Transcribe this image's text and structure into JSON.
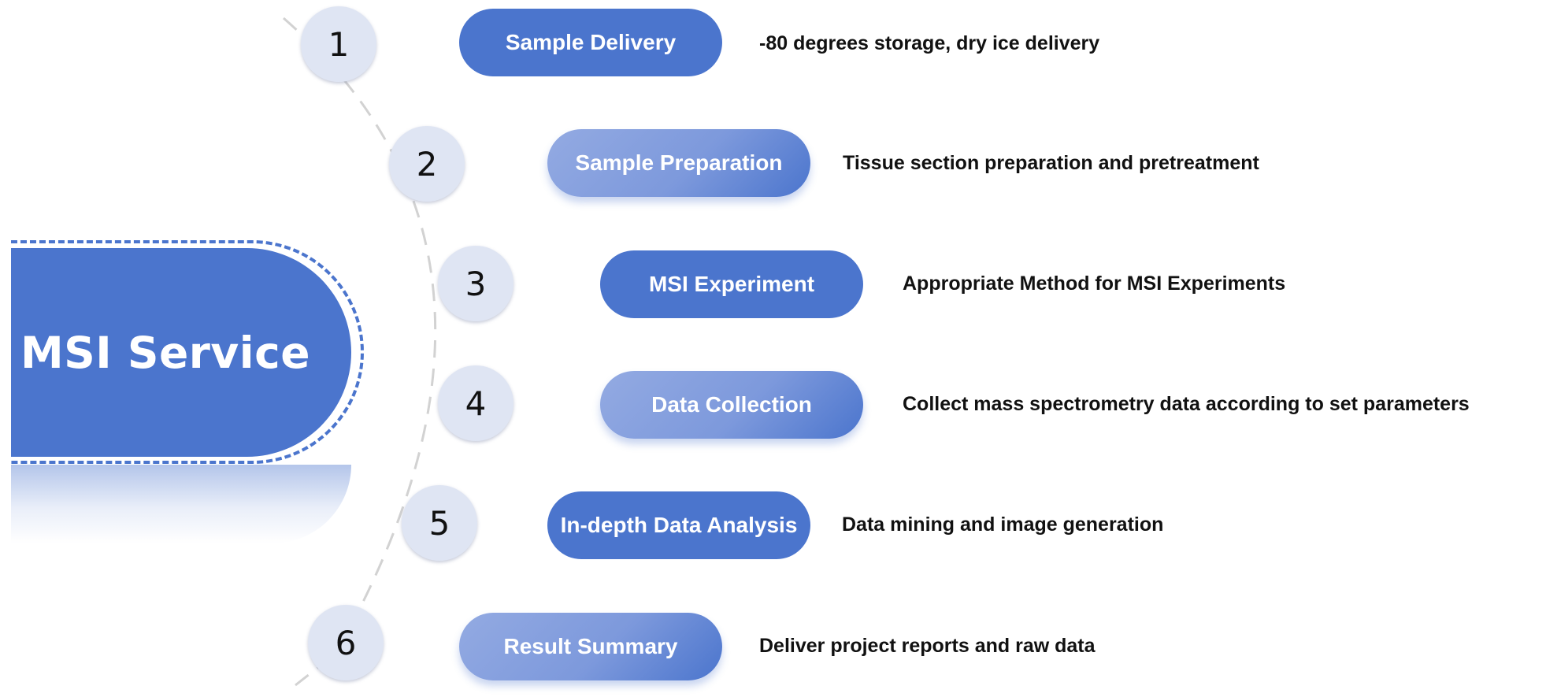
{
  "hub": {
    "title": "MSI Service"
  },
  "colors": {
    "primary": "#4b75cd",
    "gradient_start": "#93aae2",
    "circle_fill": "#dfe5f3",
    "dashed_arc": "#d2d2d2",
    "text": "#111111"
  },
  "steps": [
    {
      "number": "1",
      "title": "Sample Delivery",
      "description": "-80 degrees storage, dry ice delivery",
      "style": "solid"
    },
    {
      "number": "2",
      "title": "Sample Preparation",
      "description": "Tissue section preparation and pretreatment",
      "style": "gradient"
    },
    {
      "number": "3",
      "title": "MSI Experiment",
      "description": "Appropriate Method for MSI Experiments",
      "style": "solid"
    },
    {
      "number": "4",
      "title": "Data Collection",
      "description": "Collect mass spectrometry data according to set parameters",
      "style": "gradient"
    },
    {
      "number": "5",
      "title": "In-depth Data Analysis",
      "description": "Data mining and image generation",
      "style": "solid"
    },
    {
      "number": "6",
      "title": "Result Summary",
      "description": "Deliver project reports and raw data",
      "style": "gradient"
    }
  ]
}
